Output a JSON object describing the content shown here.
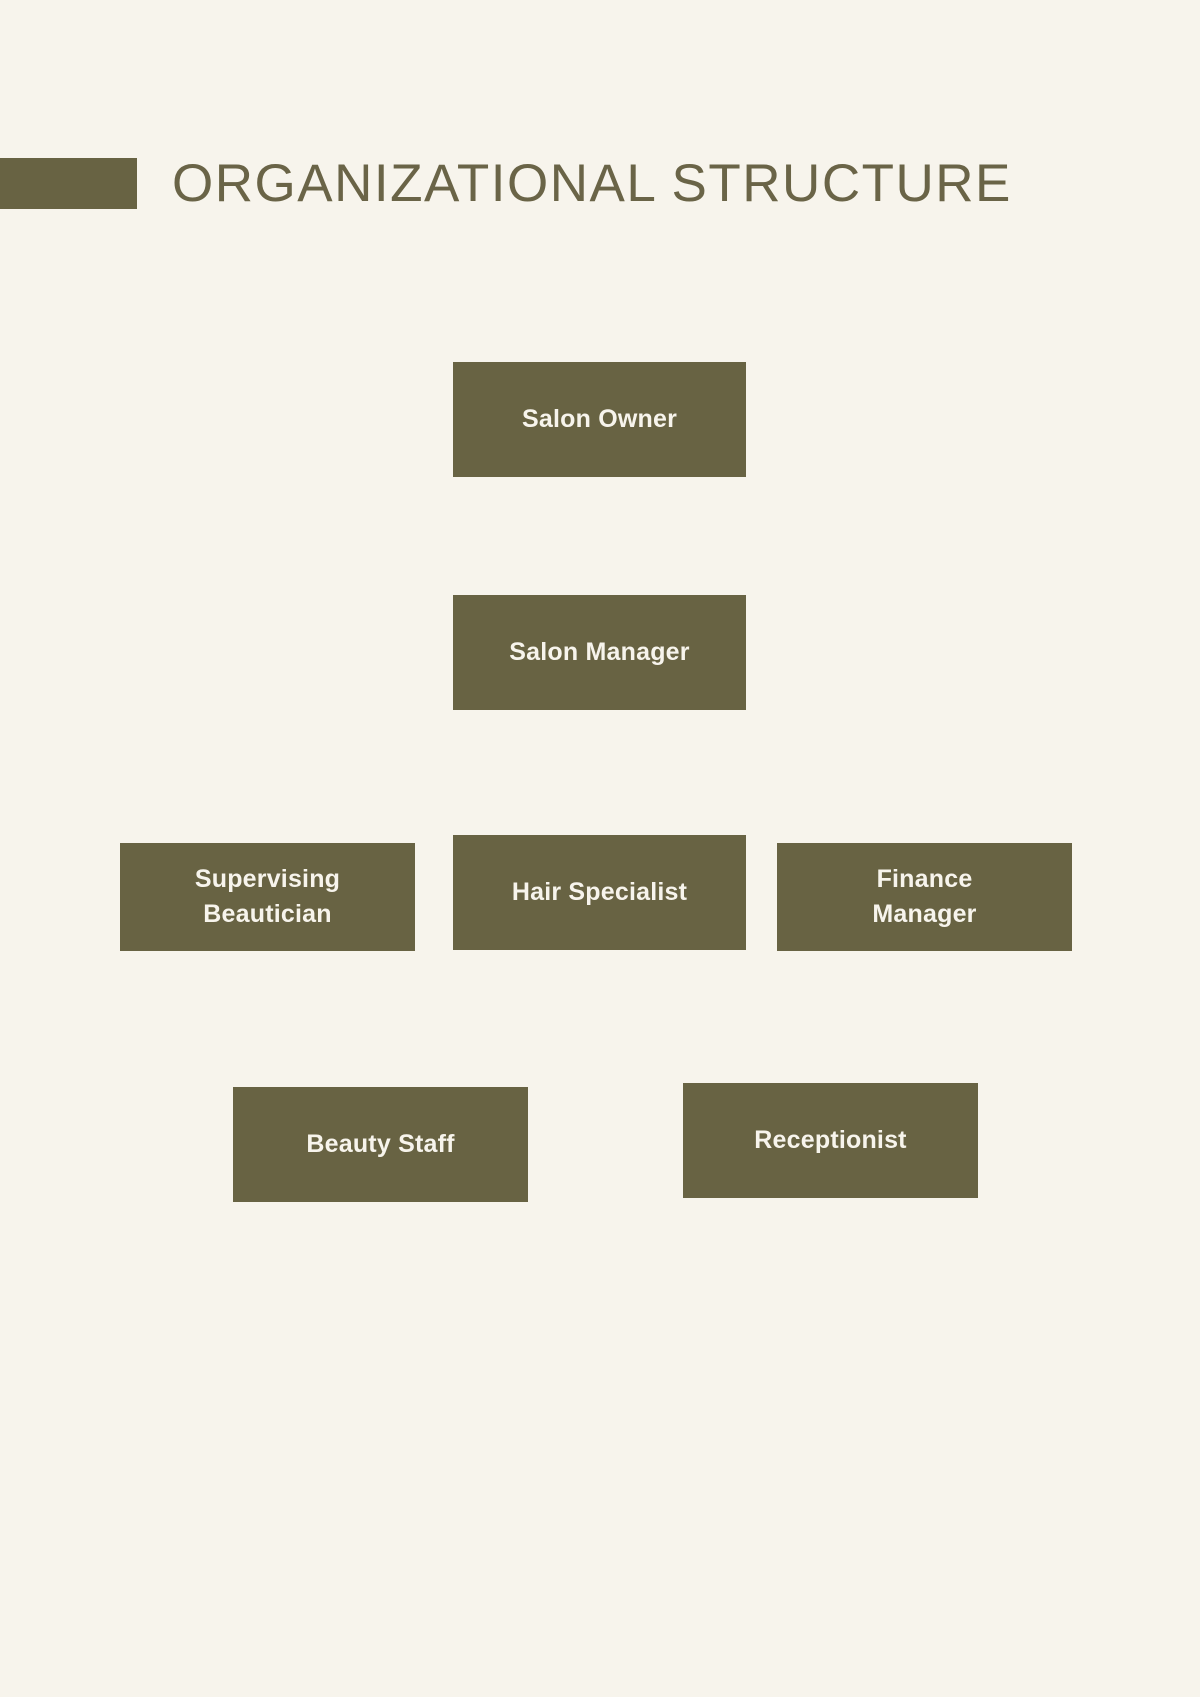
{
  "page": {
    "background_color": "#f7f4ec",
    "accent_color": "#686343",
    "text_on_accent_color": "#f7f4ec"
  },
  "header": {
    "title": "ORGANIZATIONAL STRUCTURE",
    "accent_block": ""
  },
  "chart_data": {
    "type": "diagram",
    "title": "ORGANIZATIONAL STRUCTURE",
    "subtype": "org-chart",
    "connectors": "none",
    "levels": [
      {
        "level": 1,
        "nodes": [
          {
            "label": "Salon Owner"
          }
        ]
      },
      {
        "level": 2,
        "nodes": [
          {
            "label": "Salon Manager"
          }
        ]
      },
      {
        "level": 3,
        "nodes": [
          {
            "label": "Supervising\nBeautician"
          },
          {
            "label": "Hair Specialist"
          },
          {
            "label": "Finance\nManager"
          }
        ]
      },
      {
        "level": 4,
        "nodes": [
          {
            "label": "Beauty Staff"
          },
          {
            "label": "Receptionist"
          }
        ]
      }
    ]
  }
}
